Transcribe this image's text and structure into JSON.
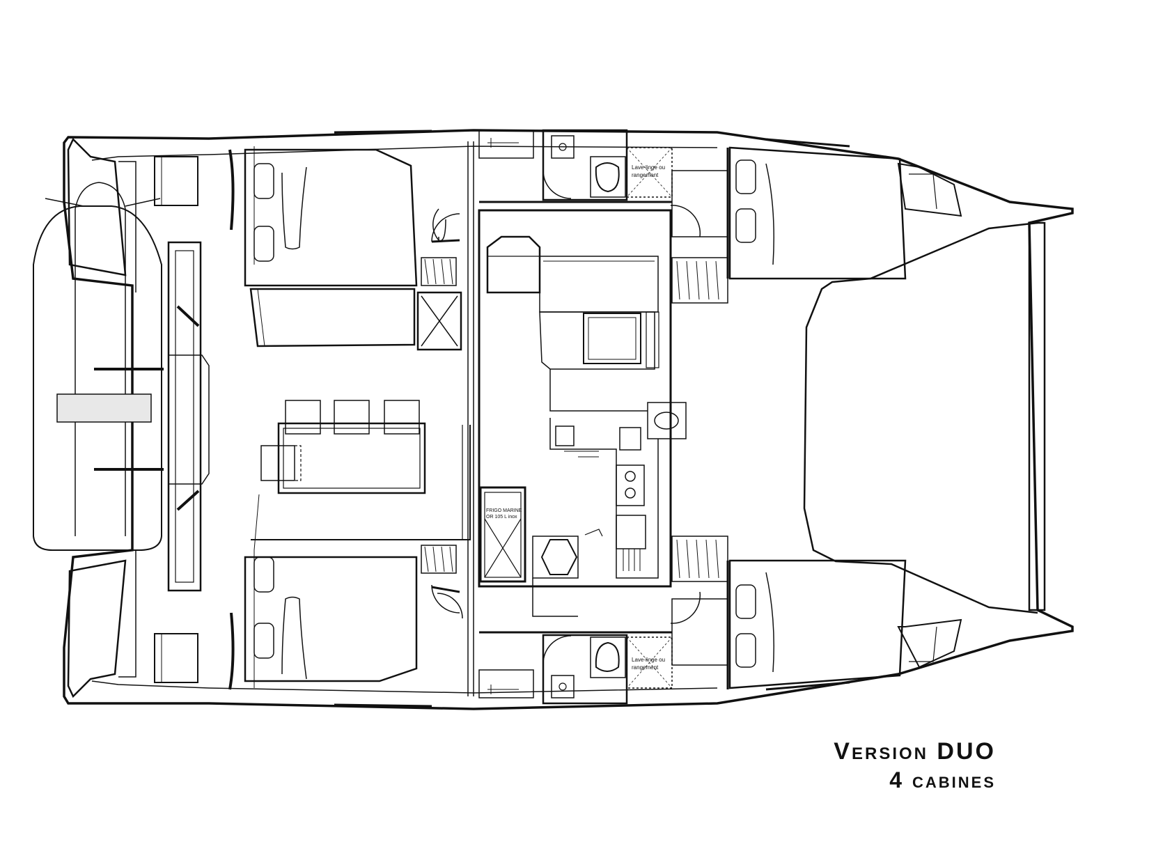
{
  "labels": {
    "linen_top": [
      "Lave-linge ou",
      "rangement"
    ],
    "linen_bottom": [
      "Lave-linge ou",
      "rangement"
    ],
    "fridge": [
      "FRIGO MARINE",
      "OR 105 L inox"
    ]
  },
  "caption": {
    "line1": "Version DUO",
    "line2": "4 cabines"
  },
  "colors": {
    "ink": "#111111",
    "paper": "#ffffff",
    "seat": "#e8e8e8"
  }
}
